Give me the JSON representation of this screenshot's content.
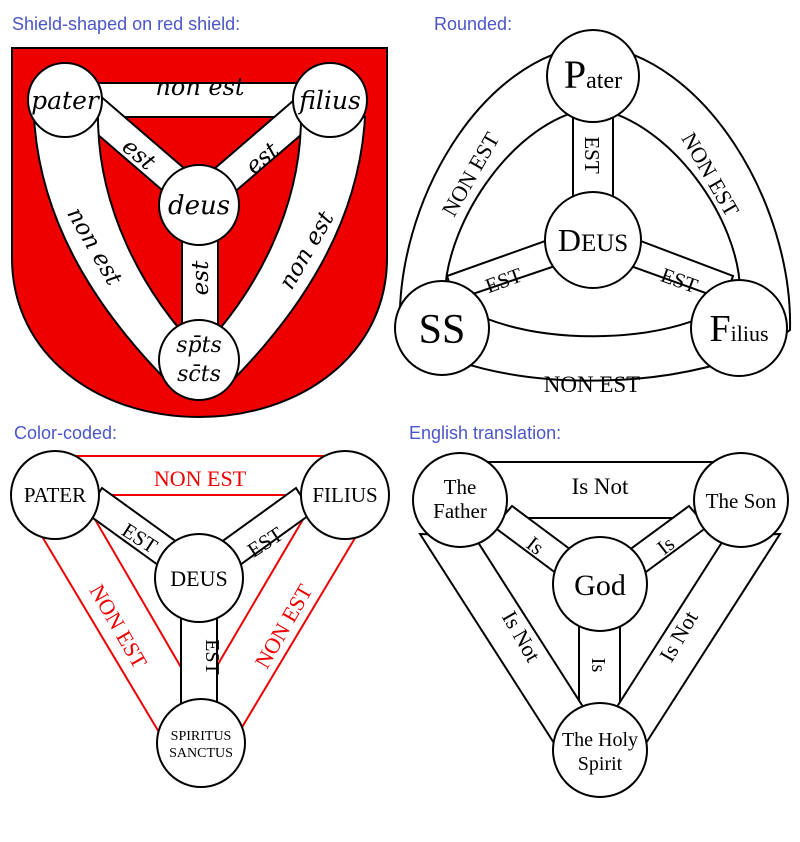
{
  "colors": {
    "caption": "#4a55c8",
    "shield_fill": "#ee0000",
    "red_line": "#ee0000",
    "stroke": "#000000",
    "background": "#ffffff"
  },
  "panels": {
    "shield": {
      "caption": "Shield-shaped on red shield:",
      "nodes": {
        "father": "pater",
        "son": "filius",
        "center": "deus",
        "spirit_line1": "sp̄ts",
        "spirit_line2": "sc̄ts"
      },
      "edges": {
        "father_son": "non est",
        "father_center": "est",
        "son_center": "est",
        "center_spirit": "est",
        "father_spirit": "non est",
        "son_spirit": "non est"
      }
    },
    "rounded": {
      "caption": "Rounded:",
      "nodes": {
        "father_initial": "P",
        "father_rest": "ater",
        "center_initial": "D",
        "center_rest": "EUS",
        "spirit": "SS",
        "son_initial": "F",
        "son_rest": "ilius"
      },
      "edges": {
        "father_center": "EST",
        "spirit_center": "EST",
        "son_center": "EST",
        "father_spirit": "NON EST",
        "father_son": "NON EST",
        "spirit_son": "NON EST"
      }
    },
    "color_coded": {
      "caption": "Color-coded:",
      "nodes": {
        "father": "PATER",
        "son": "FILIUS",
        "center": "DEUS",
        "spirit_line1": "SPIRITUS",
        "spirit_line2": "SANCTUS"
      },
      "edges": {
        "father_son": "NON EST",
        "father_center": "EST",
        "son_center": "EST",
        "center_spirit": "EST",
        "father_spirit": "NON EST",
        "son_spirit": "NON EST"
      }
    },
    "english": {
      "caption": "English translation:",
      "nodes": {
        "father_line1": "The",
        "father_line2": "Father",
        "son": "The Son",
        "center": "God",
        "spirit_line1": "The Holy",
        "spirit_line2": "Spirit"
      },
      "edges": {
        "father_son": "Is Not",
        "father_center": "Is",
        "son_center": "Is",
        "center_spirit": "Is",
        "father_spirit": "Is Not",
        "son_spirit": "Is Not"
      }
    }
  }
}
